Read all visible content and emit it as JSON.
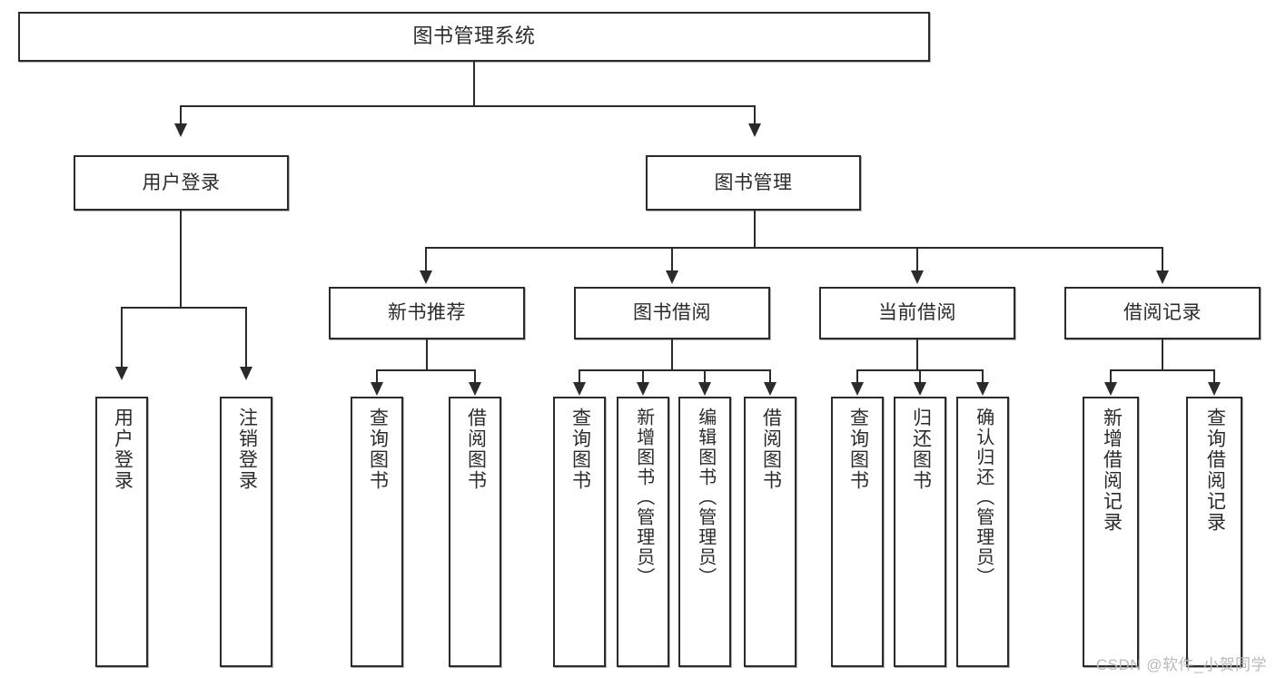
{
  "diagram": {
    "title": "图书管理系统",
    "type": "tree",
    "root": {
      "label": "图书管理系统"
    },
    "level2": [
      {
        "id": "user-login",
        "label": "用户登录"
      },
      {
        "id": "book-manage",
        "label": "图书管理"
      }
    ],
    "level3": [
      {
        "id": "new-book-recommend",
        "label": "新书推荐",
        "parent": "book-manage"
      },
      {
        "id": "book-borrow",
        "label": "图书借阅",
        "parent": "book-manage"
      },
      {
        "id": "current-borrow",
        "label": "当前借阅",
        "parent": "book-manage"
      },
      {
        "id": "borrow-record",
        "label": "借阅记录",
        "parent": "book-manage"
      }
    ],
    "leaves": {
      "user_login": [
        {
          "id": "leaf-user-login",
          "label": "用户登录"
        },
        {
          "id": "leaf-user-logout",
          "label": "注销登录"
        }
      ],
      "new_book_recommend": [
        {
          "id": "leaf-query-book-1",
          "label": "查询图书"
        },
        {
          "id": "leaf-borrow-book-1",
          "label": "借阅图书"
        }
      ],
      "book_borrow": [
        {
          "id": "leaf-query-book-2",
          "label": "查询图书"
        },
        {
          "id": "leaf-add-book",
          "label": "新增图书（管理员）"
        },
        {
          "id": "leaf-edit-book",
          "label": "编辑图书（管理员）"
        },
        {
          "id": "leaf-borrow-book-2",
          "label": "借阅图书"
        }
      ],
      "current_borrow": [
        {
          "id": "leaf-query-book-3",
          "label": "查询图书"
        },
        {
          "id": "leaf-return-book",
          "label": "归还图书"
        },
        {
          "id": "leaf-confirm-return",
          "label": "确认归还（管理员）"
        }
      ],
      "borrow_record": [
        {
          "id": "leaf-add-record",
          "label": "新增借阅记录"
        },
        {
          "id": "leaf-query-record",
          "label": "查询借阅记录"
        }
      ]
    }
  },
  "watermark": {
    "text": "CSDN @软件_小贺同学"
  },
  "colors": {
    "stroke": "#2b2b2b",
    "fill": "#ffffff",
    "watermark": "#b9b9b9"
  }
}
